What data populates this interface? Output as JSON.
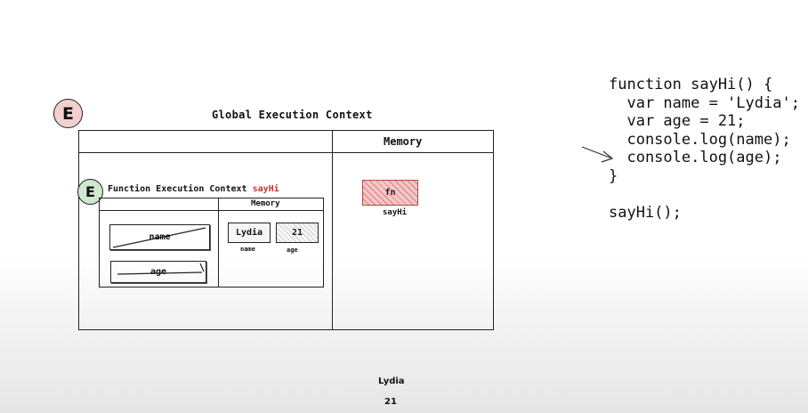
{
  "global_context": {
    "badge": "E",
    "title": "Global Execution Context",
    "memory_label": "Memory",
    "memory_items": [
      {
        "value": "fn",
        "label": "sayHi"
      }
    ]
  },
  "function_context": {
    "badge": "E",
    "title_prefix": "Function Execution Context",
    "title_fn_name": "sayHi",
    "memory_label": "Memory",
    "variables": [
      {
        "name": "name",
        "value": "Lydia"
      },
      {
        "name": "age",
        "value": "21"
      }
    ]
  },
  "code": {
    "lines": [
      "function sayHi() {",
      "  var name = 'Lydia';",
      "  var age = 21;",
      "  console.log(name);",
      "  console.log(age);",
      "}",
      "",
      "sayHi();"
    ],
    "current_line_index": 4
  },
  "console_output": [
    "Lydia",
    "21"
  ],
  "colors": {
    "global_badge": "#f3cfcf",
    "function_badge": "#cfe9cf",
    "highlight": "#c0392b",
    "fn_cell": "#e89a9a"
  }
}
